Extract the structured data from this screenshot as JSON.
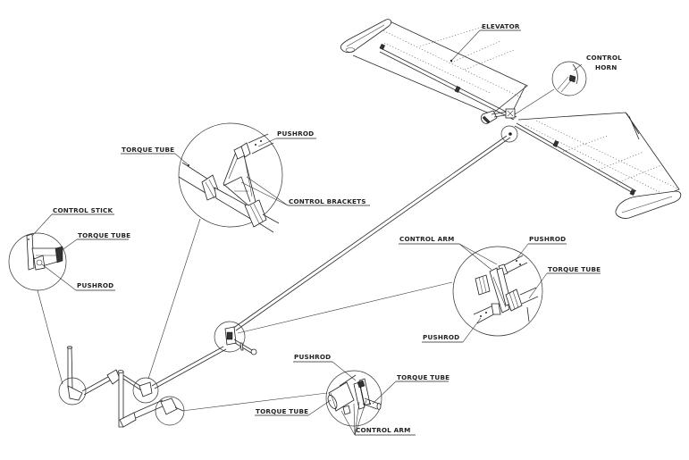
{
  "figure": {
    "title": "Elevator control linkage exploded view",
    "labels": {
      "elevator": "ELEVATOR",
      "control_horn_line1": "CONTROL",
      "control_horn_line2": "HORN",
      "brackets_torque_tube": "TORQUE TUBE",
      "brackets_pushrod": "PUSHROD",
      "control_brackets": "CONTROL BRACKETS",
      "stick_control_stick": "CONTROL STICK",
      "stick_torque_tube": "TORQUE TUBE",
      "stick_pushrod": "PUSHROD",
      "arm_control_arm": "CONTROL ARM",
      "arm_pushrod_top": "PUSHROD",
      "arm_torque_tube": "TORQUE TUBE",
      "arm_pushrod_bottom": "PUSHROD",
      "bottom_pushrod": "PUSHROD",
      "bottom_torque_tube_right": "TORQUE TUBE",
      "bottom_torque_tube_left": "TORQUE TUBE",
      "bottom_control_arm": "CONTROL ARM"
    }
  }
}
